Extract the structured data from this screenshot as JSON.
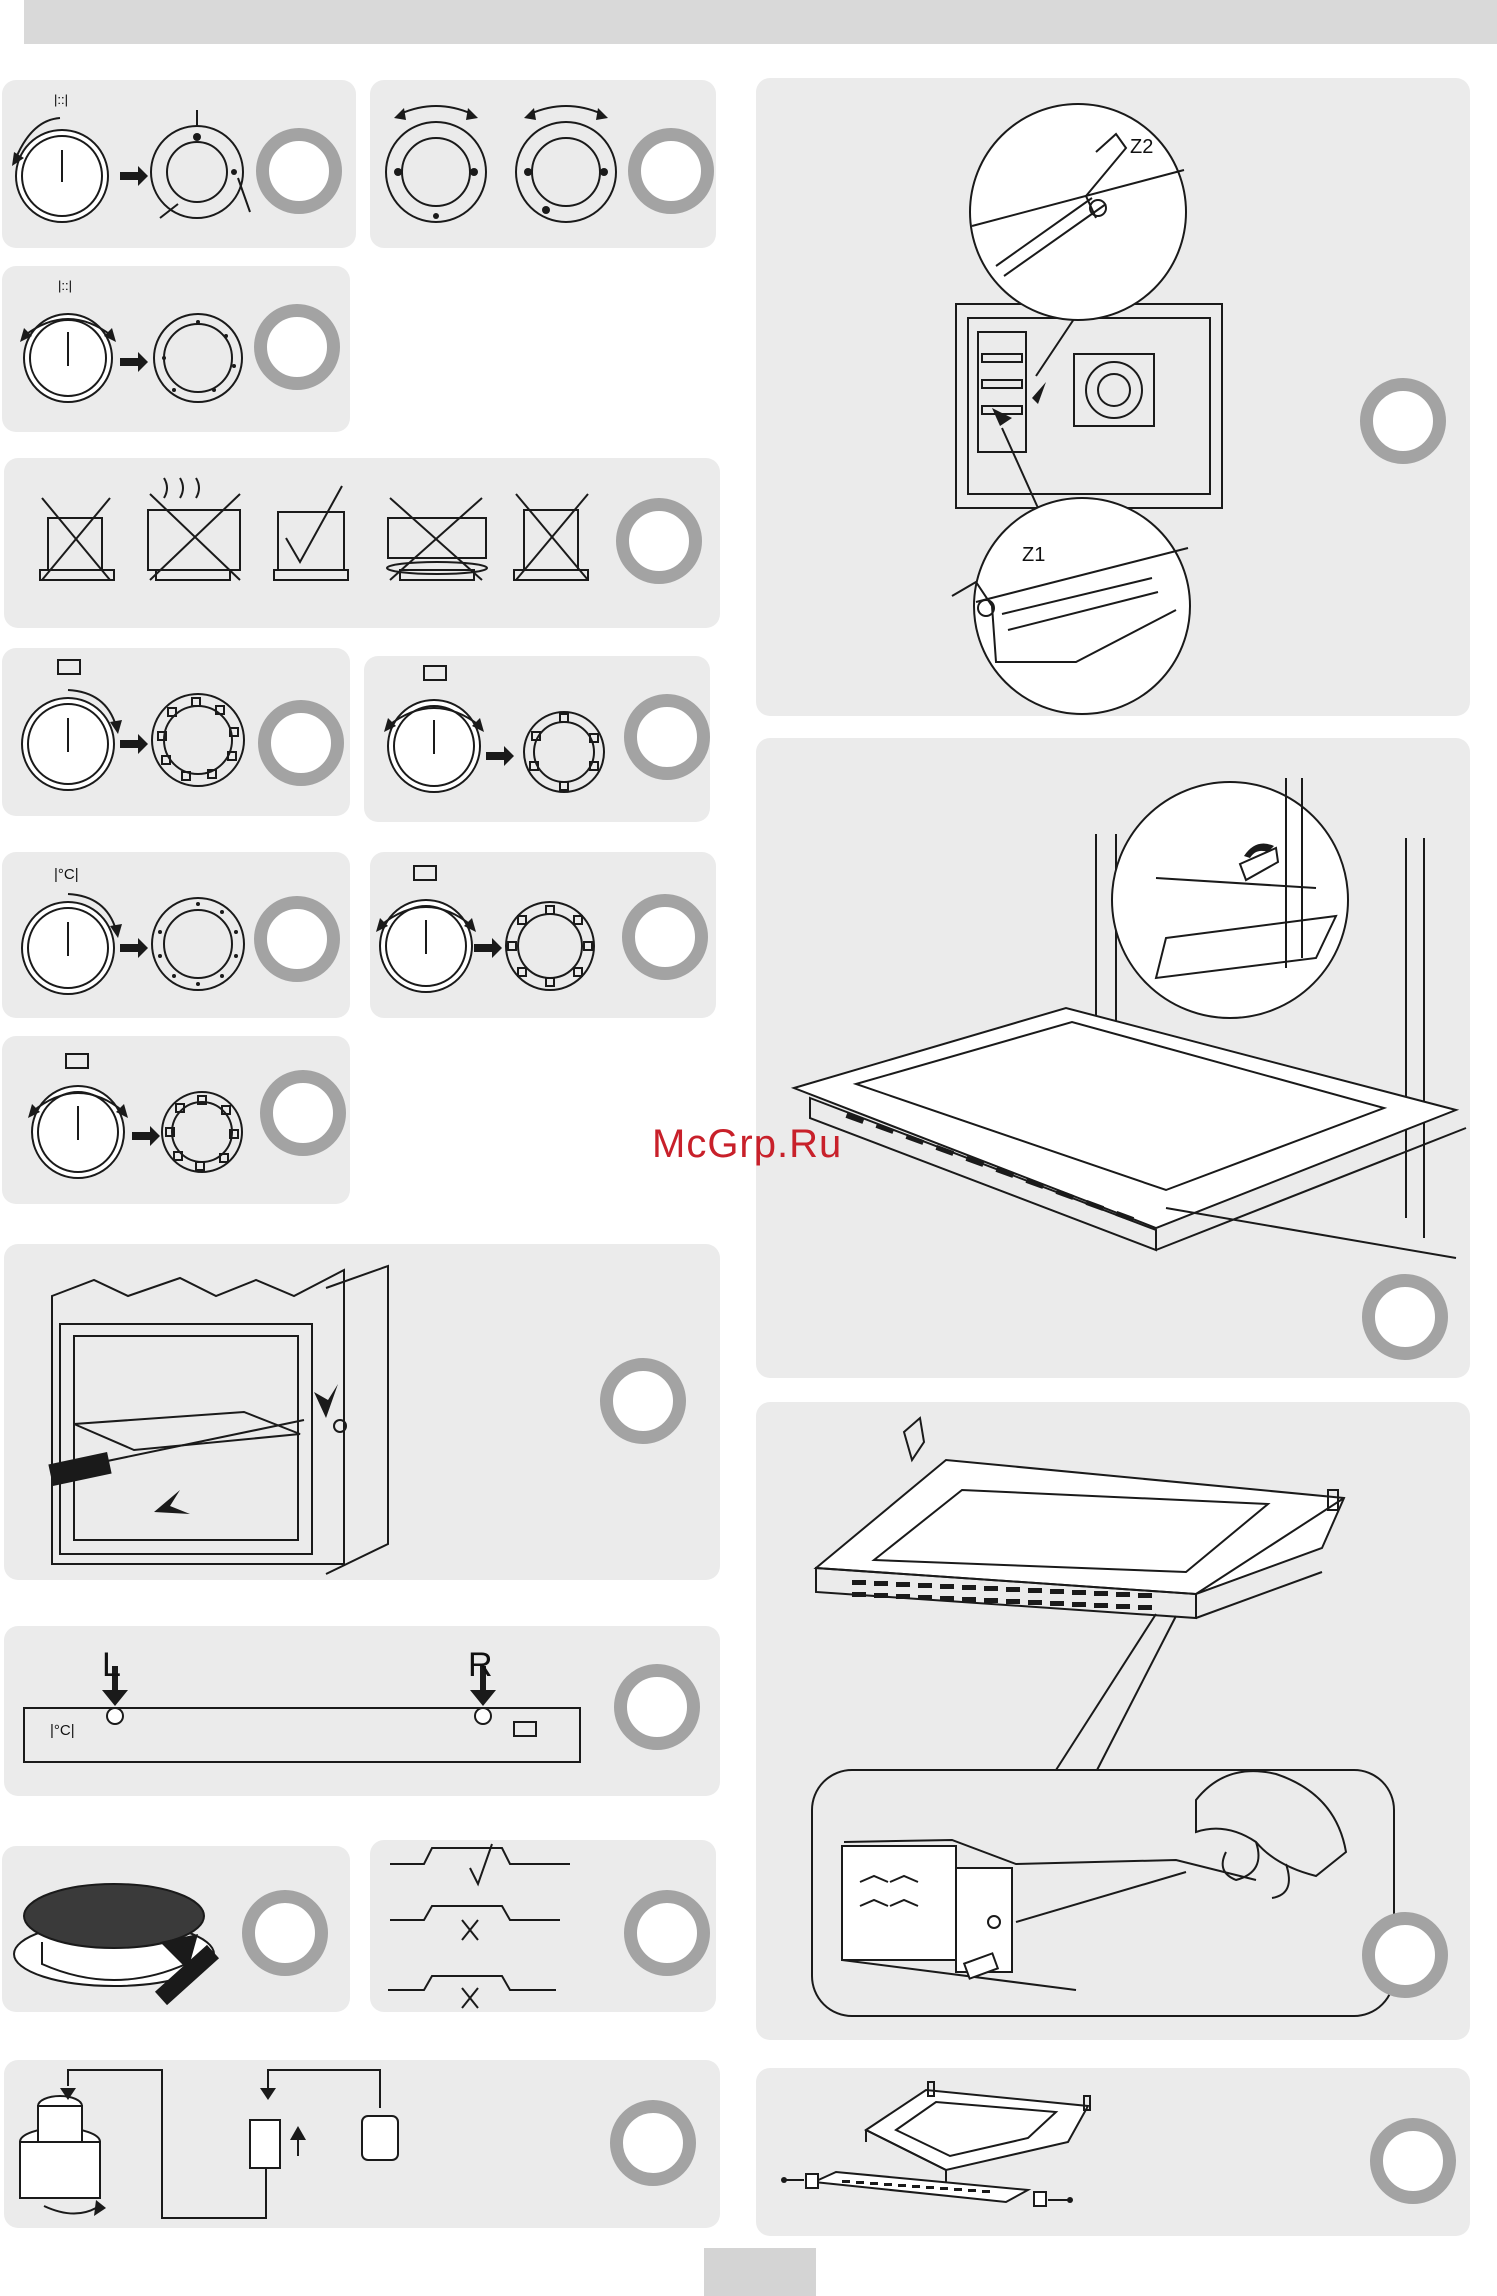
{
  "page": {
    "watermark": "McGrp.Ru",
    "colors": {
      "panel": "#ebebeb",
      "ring": "#a3a3a3",
      "header_bar": "#d9d9d9",
      "watermark": "#c8202a"
    }
  },
  "figures": {
    "hinge_detail": {
      "upper_label": "Z2",
      "lower_label": "Z1"
    },
    "control_panel": {
      "left_label": "L",
      "right_label": "R"
    },
    "oven_thermostat": {
      "symbol": "|°C|"
    }
  }
}
